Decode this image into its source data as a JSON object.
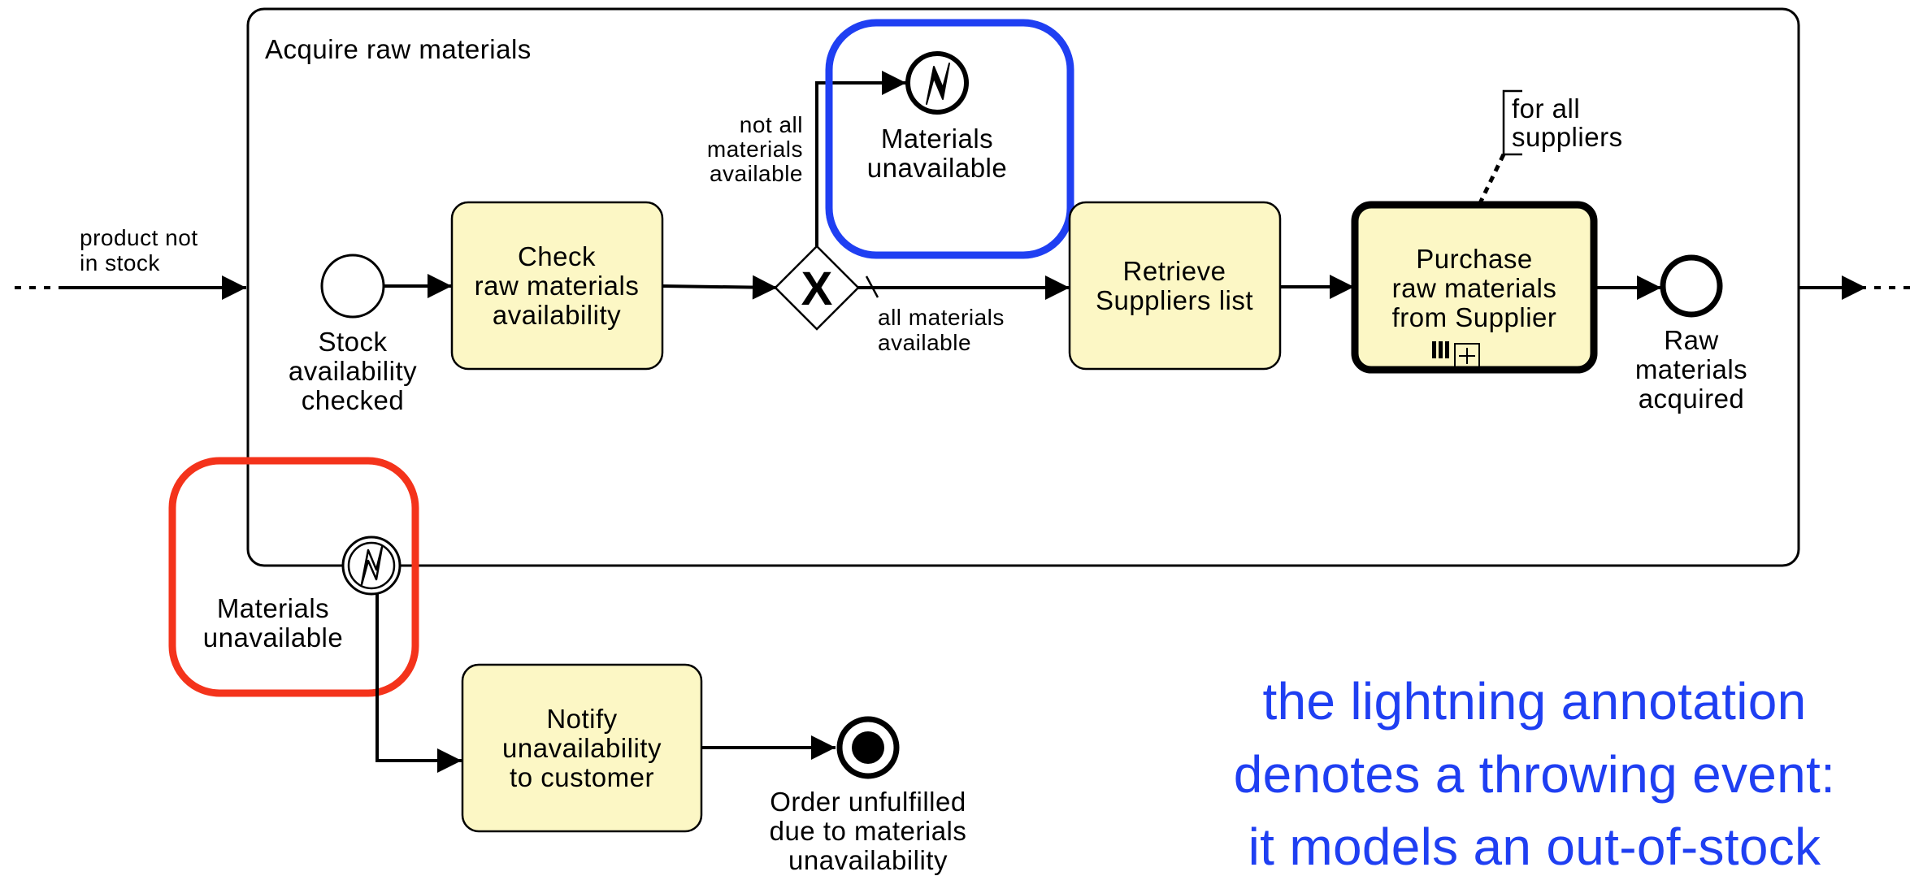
{
  "subprocess": {
    "title": "Acquire raw materials"
  },
  "flows": {
    "incoming_label": [
      "product not",
      "in stock"
    ],
    "not_all_label": [
      "not all",
      "materials",
      "available"
    ],
    "all_label": [
      "all materials",
      "available"
    ]
  },
  "events": {
    "start": {
      "label": [
        "Stock",
        "availability",
        "checked"
      ]
    },
    "escalation_throw": {
      "label": [
        "Materials",
        "unavailable"
      ]
    },
    "end_in": {
      "label": [
        "Raw",
        "materials",
        "acquired"
      ]
    },
    "boundary": {
      "label": [
        "Materials",
        "unavailable"
      ]
    },
    "end_out": {
      "label": [
        "Order unfulfilled",
        "due to materials",
        "unavailability"
      ]
    }
  },
  "tasks": {
    "check": [
      "Check",
      "raw materials",
      "availability"
    ],
    "retrieve": [
      "Retrieve",
      "Suppliers list"
    ],
    "purchase": [
      "Purchase",
      "raw materials",
      "from Supplier"
    ],
    "notify": [
      "Notify",
      "unavailability",
      "to customer"
    ]
  },
  "annotation": [
    "for all",
    "suppliers"
  ],
  "gateway": {
    "marker": "X"
  },
  "note": {
    "lines": [
      "the lightning annotation",
      "denotes a throwing event:",
      "it models an out-of-stock"
    ],
    "color": "#1f3ff2"
  },
  "highlights": {
    "throw_color": "#1f3ff2",
    "catch_color": "#f4331b"
  },
  "colors": {
    "task_fill": "#fcf7c5"
  },
  "icons": {
    "escalation": "lightning-bolt-icon",
    "multi_instance": "parallel-bars-icon",
    "collapsed": "plus-box-icon",
    "gateway": "x-icon"
  }
}
